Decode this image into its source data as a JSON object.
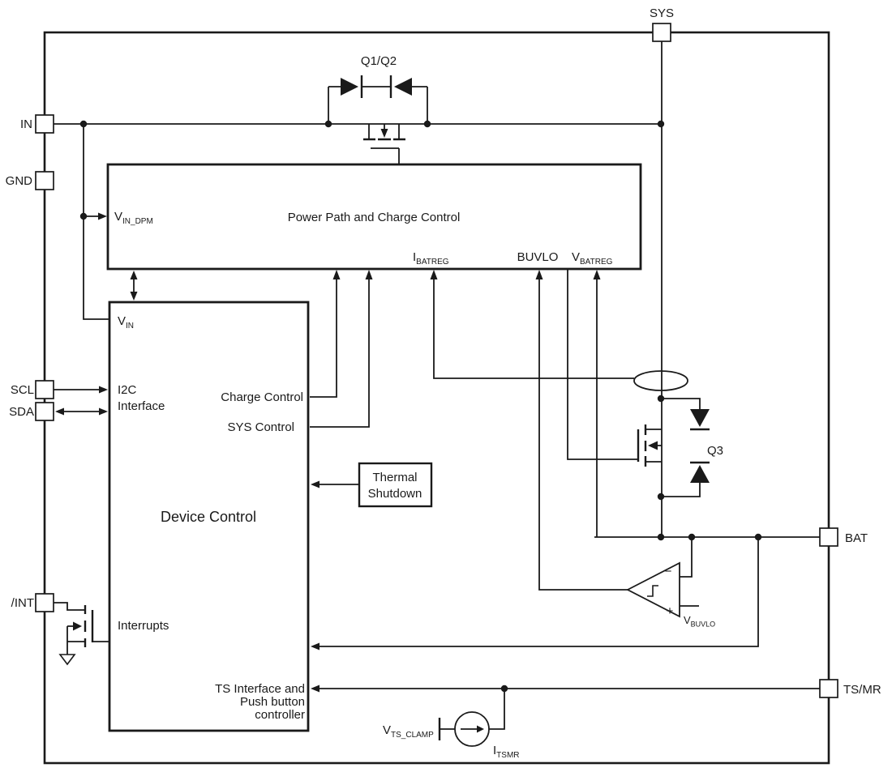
{
  "pins": {
    "sys": "SYS",
    "in": "IN",
    "gnd": "GND",
    "scl": "SCL",
    "sda": "SDA",
    "int": "/INT",
    "bat": "BAT",
    "ts_mr": "TS/MR"
  },
  "power_path": {
    "title": "Power Path and Charge Control",
    "vin_dpm": {
      "base": "V",
      "sub": "IN_DPM"
    },
    "ibatreg": {
      "base": "I",
      "sub": "BATREG"
    },
    "buvlo": "BUVLO",
    "vbatreg": {
      "base": "V",
      "sub": "BATREG"
    }
  },
  "device_control": {
    "title": "Device Control",
    "vin": {
      "base": "V",
      "sub": "IN"
    },
    "i2c": [
      "I2C",
      "Interface"
    ],
    "charge_control": "Charge Control",
    "sys_control": "SYS Control",
    "interrupts": "Interrupts",
    "ts": [
      "TS Interface and",
      "Push button",
      "controller"
    ]
  },
  "thermal_shutdown": [
    "Thermal",
    "Shutdown"
  ],
  "components": {
    "q1q2": "Q1/Q2",
    "q3": "Q3",
    "vbuvlo": {
      "base": "V",
      "sub": "BUVLO"
    },
    "vts_clamp": {
      "base": "V",
      "sub": "TS_CLAMP"
    },
    "itsmr": {
      "base": "I",
      "sub": "TSMR"
    },
    "comparator_minus": "−",
    "comparator_plus": "+"
  },
  "colors": {
    "line": "#1a1a1a",
    "background": "#ffffff"
  }
}
